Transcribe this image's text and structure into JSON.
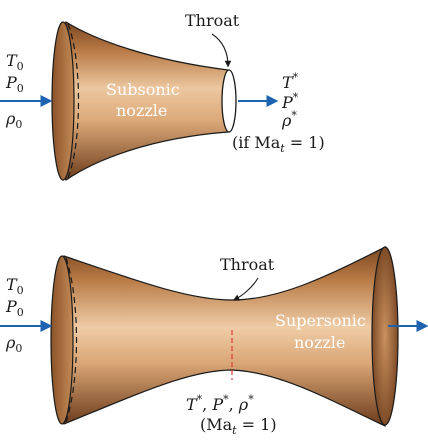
{
  "top": {
    "inlet": {
      "line1": {
        "sym": "T",
        "sub": "0"
      },
      "line2": {
        "sym": "P",
        "sub": "0"
      },
      "line3": {
        "sym": "ρ",
        "sub": "0"
      }
    },
    "throat_label": "Throat",
    "nozzle_label_line1": "Subsonic",
    "nozzle_label_line2": "nozzle",
    "outlet": {
      "line1": {
        "sym": "T",
        "sup": "*"
      },
      "line2": {
        "sym": "P",
        "sup": "*"
      },
      "line3": {
        "sym": "ρ",
        "sup": "*"
      }
    },
    "condition": {
      "open": "(if Ma",
      "sub": "t",
      "close": " = 1)"
    }
  },
  "bottom": {
    "inlet": {
      "line1": {
        "sym": "T",
        "sub": "0"
      },
      "line2": {
        "sym": "P",
        "sub": "0"
      },
      "line3": {
        "sym": "ρ",
        "sub": "0"
      }
    },
    "throat_label": "Throat",
    "nozzle_label_line1": "Supersonic",
    "nozzle_label_line2": "nozzle",
    "throat_props": {
      "T": "T",
      "T_sup": "*",
      "sep1": ", ",
      "P": "P",
      "P_sup": "*",
      "sep2": ", ",
      "rho": "ρ",
      "rho_sup": "*"
    },
    "throat_condition": {
      "open": "(Ma",
      "sub": "t",
      "close": " = 1)"
    }
  },
  "colors": {
    "body_light": "#e7b98d",
    "body_mid": "#c98a55",
    "body_dark": "#7a4622",
    "outline": "#1a1a1a",
    "arrow": "#1e63b0",
    "throat_line": "#d83a3a"
  }
}
